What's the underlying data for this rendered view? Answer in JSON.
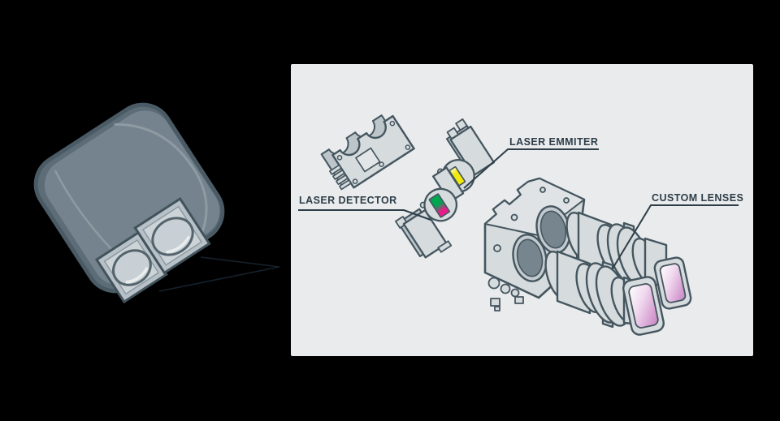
{
  "diagram": {
    "labels": {
      "laser_emitter": "LASER EMMITER",
      "laser_detector": "LASER DETECTOR",
      "custom_lenses": "CUSTOM LENSES"
    },
    "colors": {
      "background": "#000000",
      "panel": "#e9ebed",
      "part_outline": "#45565f",
      "part_fill": "#d6dbde",
      "label_ink": "#2e3e48",
      "emitter_yellow": "#f2ea0a",
      "detector_green": "#00a551",
      "detector_magenta": "#ea1a8c",
      "lens_glass_pink": "#cd8cc9",
      "device_body_gray": "#74838d"
    }
  }
}
